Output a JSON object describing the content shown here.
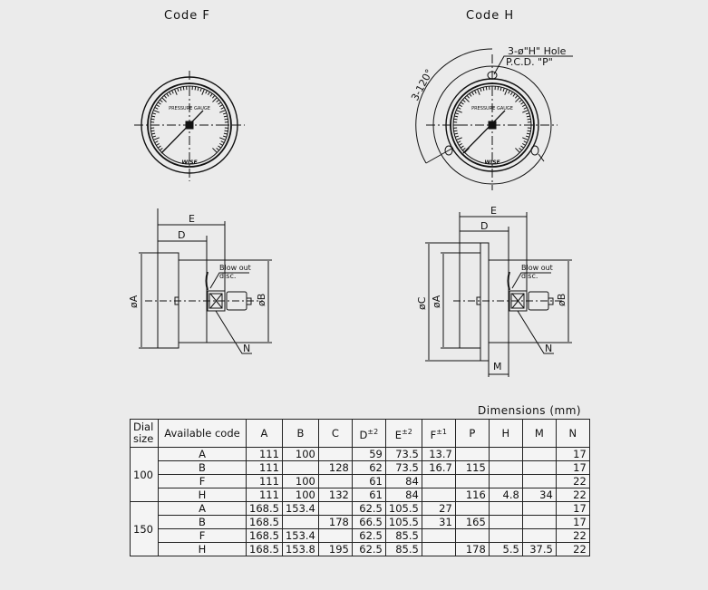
{
  "captions": {
    "code_f": "Code F",
    "code_h": "Code H"
  },
  "gauge_face": {
    "title": "PRESSURE GAUGE",
    "brand": "WISE"
  },
  "annotations": {
    "hole": "3-ø\"H\" Hole",
    "pcd": "P.C.D. \"P\"",
    "angle": "3-120°",
    "blow_out_1": "Blow out",
    "blow_out_2": "disc.",
    "dim_e": "E",
    "dim_d": "D",
    "dim_a": "øA",
    "dim_b": "øB",
    "dim_c": "øC",
    "dim_m": "M",
    "dim_n": "N"
  },
  "table": {
    "caption": "Dimensions  (mm)",
    "headers": [
      "Dial size",
      "Available code",
      "A",
      "B",
      "C",
      "D",
      "E",
      "F",
      "P",
      "H",
      "M",
      "N"
    ],
    "header_sup": {
      "D": "±2",
      "E": "±2",
      "F": "±1"
    },
    "groups": [
      {
        "dial": "100",
        "rows": [
          [
            "A",
            "111",
            "100",
            "",
            "59",
            "73.5",
            "13.7",
            "",
            "",
            "",
            "17"
          ],
          [
            "B",
            "111",
            "",
            "128",
            "62",
            "73.5",
            "16.7",
            "115",
            "",
            "",
            "17"
          ],
          [
            "F",
            "111",
            "100",
            "",
            "61",
            "84",
            "",
            "",
            "",
            "",
            "22"
          ],
          [
            "H",
            "111",
            "100",
            "132",
            "61",
            "84",
            "",
            "116",
            "4.8",
            "34",
            "22"
          ]
        ]
      },
      {
        "dial": "150",
        "rows": [
          [
            "A",
            "168.5",
            "153.4",
            "",
            "62.5",
            "105.5",
            "27",
            "",
            "",
            "",
            "17"
          ],
          [
            "B",
            "168.5",
            "",
            "178",
            "66.5",
            "105.5",
            "31",
            "165",
            "",
            "",
            "17"
          ],
          [
            "F",
            "168.5",
            "153.4",
            "",
            "62.5",
            "85.5",
            "",
            "",
            "",
            "",
            "22"
          ],
          [
            "H",
            "168.5",
            "153.8",
            "195",
            "62.5",
            "85.5",
            "",
            "178",
            "5.5",
            "37.5",
            "22"
          ]
        ]
      }
    ]
  }
}
